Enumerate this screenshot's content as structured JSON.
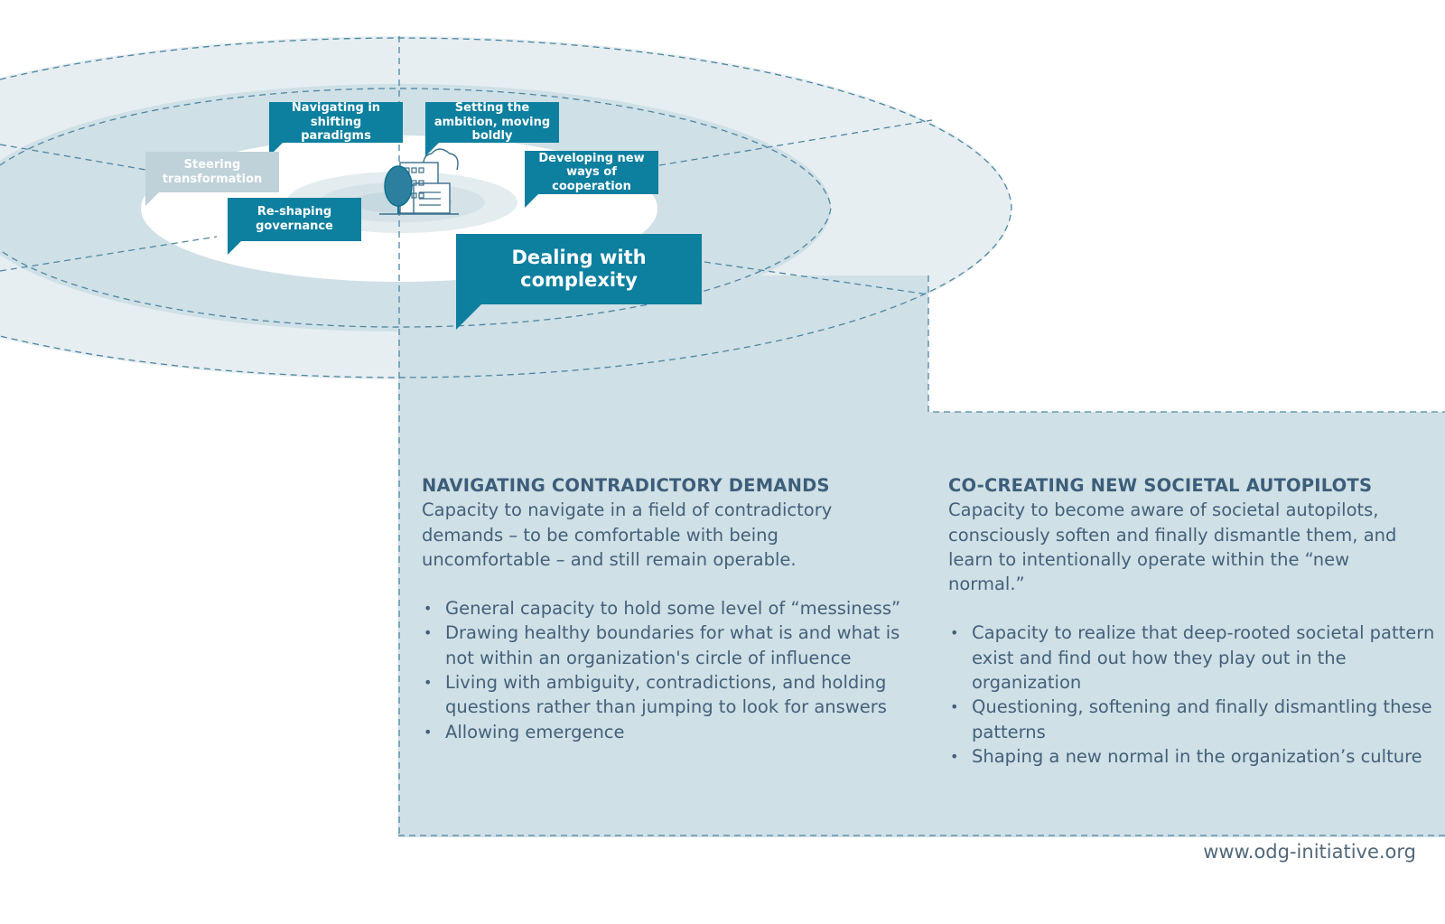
{
  "diagram": {
    "center_label": "Dealing with complexity",
    "bubbles": [
      {
        "id": "navigating-in-shifting-paradigms",
        "text": "Navigating in shifting paradigms"
      },
      {
        "id": "setting-the-ambition",
        "text": "Setting the ambition, moving boldly"
      },
      {
        "id": "steering-transformation",
        "text": "Steering transformation"
      },
      {
        "id": "developing-new-ways",
        "text": "Developing new ways of cooperation"
      },
      {
        "id": "re-shaping-governance",
        "text": "Re-shaping governance"
      }
    ],
    "icon": "city-buildings-tree-icon",
    "colors": {
      "dark_teal": "#0d7f9f",
      "light_bubble": "#bfd1d9",
      "panel": "#cfe0e6",
      "outer_ring": "#e6eef1",
      "text": "#44607a"
    }
  },
  "columns": [
    {
      "heading": "NAVIGATING CONTRADICTORY DEMANDS",
      "description": "Capacity to navigate in a field of contradictory demands – to be comfortable with being uncomfortable – and still remain operable.",
      "bullets": [
        "General capacity to hold some level of “messiness”",
        "Drawing healthy boundaries for what is and what is not within an organization's circle of influence",
        "Living with ambiguity, contradictions, and holding questions rather than jumping to look for answers",
        "Allowing emergence"
      ]
    },
    {
      "heading": "CO-CREATING NEW SOCIETAL AUTOPILOTS",
      "description": "Capacity to become aware of societal autopilots, consciously soften and finally dismantle them, and learn to intentionally operate within the “new normal.”",
      "bullets": [
        "Capacity to realize that deep-rooted societal pattern exist and find out how they play out in the organization",
        "Questioning, softening and finally dismantling these patterns",
        "Shaping a new normal in the organization’s culture"
      ]
    }
  ],
  "footer": {
    "url": "www.odg-initiative.org"
  }
}
